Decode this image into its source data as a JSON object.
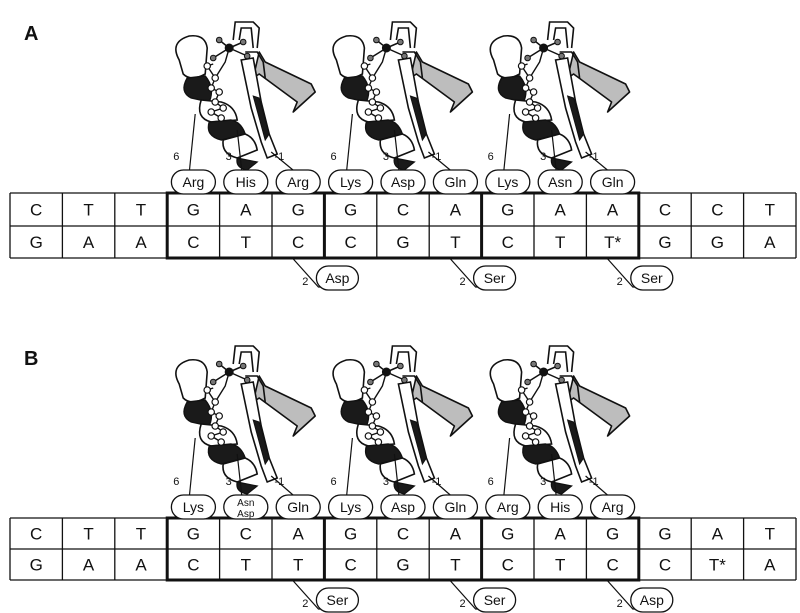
{
  "panels": [
    {
      "id": "A",
      "label": "A",
      "top_strand": [
        "C",
        "T",
        "T",
        "G",
        "A",
        "G",
        "G",
        "C",
        "A",
        "G",
        "A",
        "A",
        "C",
        "C",
        "T"
      ],
      "bottom_strand": [
        "G",
        "A",
        "A",
        "C",
        "T",
        "C",
        "C",
        "G",
        "T",
        "C",
        "T",
        "T*",
        "G",
        "G",
        "A"
      ],
      "fingers": [
        {
          "positions": [
            {
              "num": "6",
              "residue": "Arg"
            },
            {
              "num": "3",
              "residue": "His"
            },
            {
              "num": "-1",
              "residue": "Arg"
            }
          ],
          "pos2": {
            "num": "2",
            "residue": "Asp"
          }
        },
        {
          "positions": [
            {
              "num": "6",
              "residue": "Lys"
            },
            {
              "num": "3",
              "residue": "Asp"
            },
            {
              "num": "-1",
              "residue": "Gln"
            }
          ],
          "pos2": {
            "num": "2",
            "residue": "Ser"
          }
        },
        {
          "positions": [
            {
              "num": "6",
              "residue": "Lys"
            },
            {
              "num": "3",
              "residue": "Asn"
            },
            {
              "num": "-1",
              "residue": "Gln"
            }
          ],
          "pos2": {
            "num": "2",
            "residue": "Ser"
          }
        }
      ]
    },
    {
      "id": "B",
      "label": "B",
      "top_strand": [
        "C",
        "T",
        "T",
        "G",
        "C",
        "A",
        "G",
        "C",
        "A",
        "G",
        "A",
        "G",
        "G",
        "A",
        "T"
      ],
      "bottom_strand": [
        "G",
        "A",
        "A",
        "C",
        "T",
        "T",
        "C",
        "G",
        "T",
        "C",
        "T",
        "C",
        "C",
        "T*",
        "A"
      ],
      "fingers": [
        {
          "positions": [
            {
              "num": "6",
              "residue": "Lys"
            },
            {
              "num": "3",
              "residue": "Asn Asp"
            },
            {
              "num": "-1",
              "residue": "Gln"
            }
          ],
          "pos2": {
            "num": "2",
            "residue": "Ser"
          }
        },
        {
          "positions": [
            {
              "num": "6",
              "residue": "Lys"
            },
            {
              "num": "3",
              "residue": "Asp"
            },
            {
              "num": "-1",
              "residue": "Gln"
            }
          ],
          "pos2": {
            "num": "2",
            "residue": "Ser"
          }
        },
        {
          "positions": [
            {
              "num": "6",
              "residue": "Arg"
            },
            {
              "num": "3",
              "residue": "His"
            },
            {
              "num": "-1",
              "residue": "Arg"
            }
          ],
          "pos2": {
            "num": "2",
            "residue": "Asp"
          }
        }
      ]
    }
  ],
  "colors": {
    "ink": "#111111",
    "ribbon_dark": "#1a1a1a",
    "ribbon_light": "#ffffff",
    "arrow_fill": "#bdbdbd"
  }
}
